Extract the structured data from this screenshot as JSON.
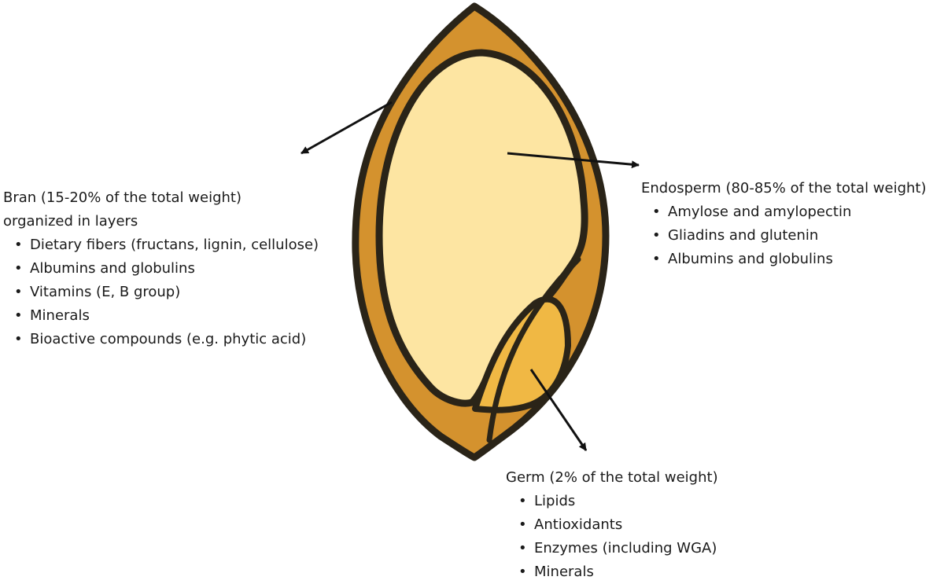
{
  "colors": {
    "outline": "#2a2418",
    "bran_fill": "#d4922e",
    "endosperm_fill": "#fde5a2",
    "germ_fill": "#f0b844",
    "arrow": "#111111",
    "text": "#1a1a1a"
  },
  "bran": {
    "heading": "Bran (15-20% of the total weight) organized in layers",
    "items": [
      "Dietary fibers (fructans, lignin, cellulose)",
      "Albumins and globulins",
      "Vitamins (E, B group)",
      "Minerals",
      "Bioactive compounds (e.g. phytic acid)"
    ]
  },
  "endosperm": {
    "heading": "Endosperm (80-85% of the total weight)",
    "items": [
      "Amylose and amylopectin",
      "Gliadins and glutenin",
      "Albumins and globulins"
    ]
  },
  "germ": {
    "heading": "Germ (2% of the total weight)",
    "items": [
      "Lipids",
      "Antioxidants",
      "Enzymes (including WGA)",
      "Minerals"
    ]
  }
}
